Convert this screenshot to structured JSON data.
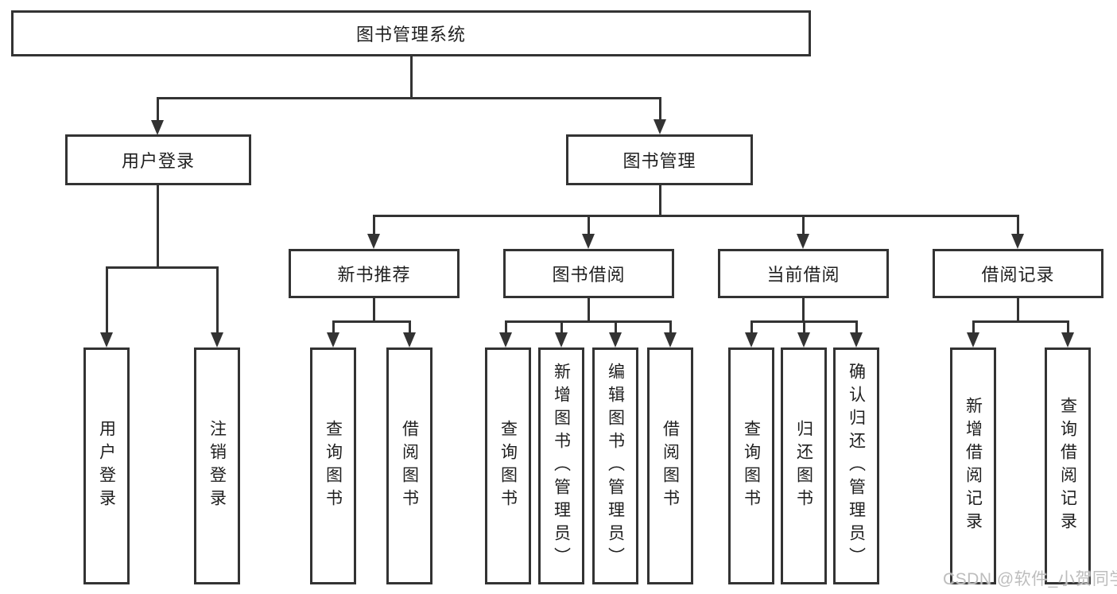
{
  "diagram_type": "hierarchy-tree",
  "nodes": {
    "root": "图书管理系统",
    "userLogin": "用户登录",
    "bookMgmt": "图书管理",
    "newBookRec": "新书推荐",
    "bookBorrow": "图书借阅",
    "currentBorrow": "当前借阅",
    "borrowRecord": "借阅记录",
    "leafUserLogin": "用户登录",
    "leafLogout": "注销登录",
    "leafRecQuery": "查询图书",
    "leafRecBorrow": "借阅图书",
    "leafBorQuery": "查询图书",
    "leafBorAdd": "新增图书（管理员）",
    "leafBorEdit": "编辑图书（管理员）",
    "leafBorBorrow": "借阅图书",
    "leafCurQuery": "查询图书",
    "leafCurReturn": "归还图书",
    "leafCurConfirm": "确认归还（管理员）",
    "leafRecordAdd": "新增借阅记录",
    "leafRecordQuery": "查询借阅记录"
  },
  "watermark": "CSDN @软件_小贺同学",
  "colors": {
    "line": "#333333",
    "text": "#1f1f1f",
    "background": "#ffffff",
    "watermark": "#bdbdbd"
  }
}
